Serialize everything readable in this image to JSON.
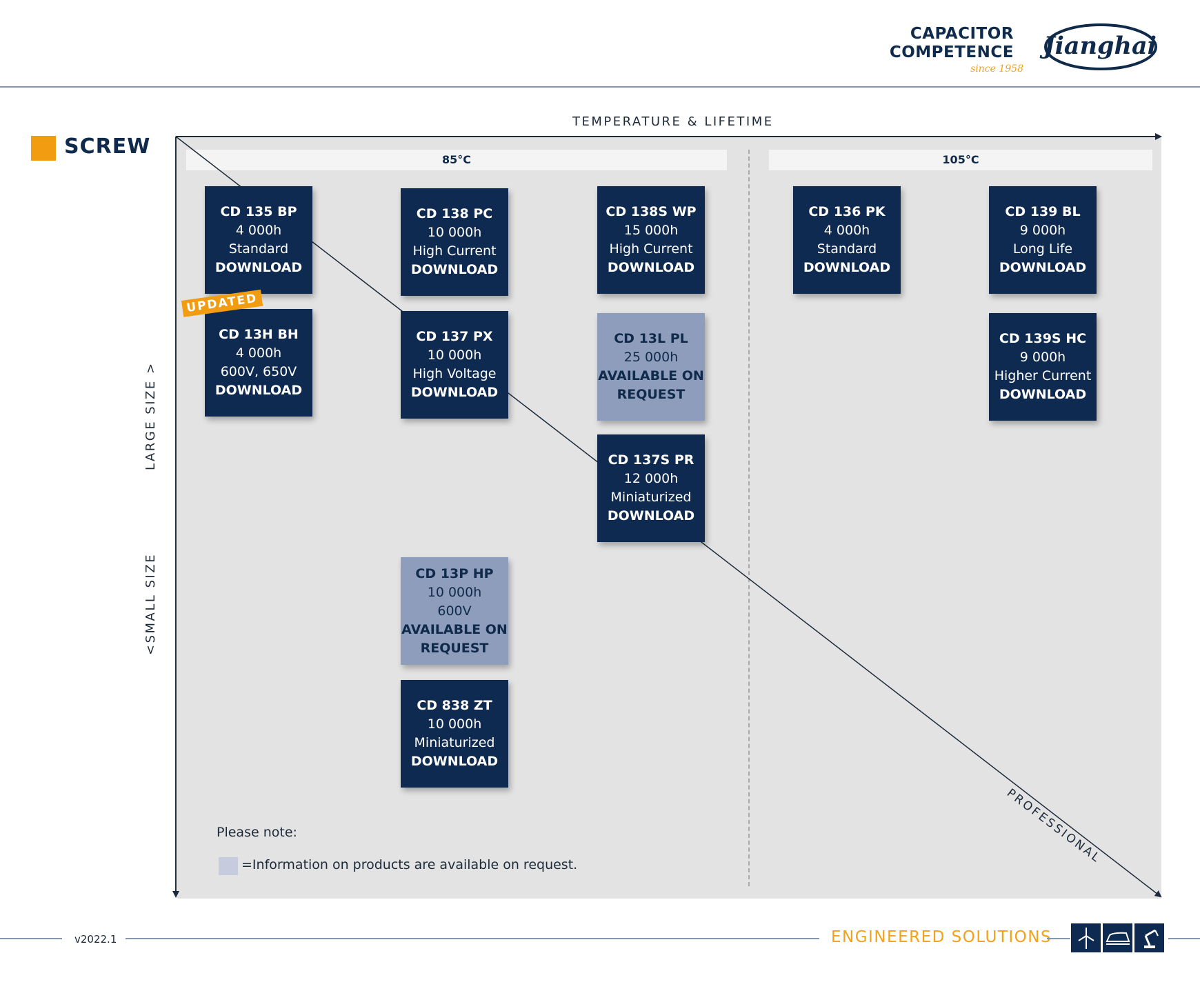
{
  "header": {
    "brand_line1": "CAPACITOR",
    "brand_line2": "COMPETENCE",
    "brand_since": "since 1958",
    "logo_word": "Jianghai"
  },
  "section": {
    "title": "SCREW"
  },
  "axes": {
    "x_title": "TEMPERATURE & LIFETIME",
    "y_large": "LARGE  SIZE >",
    "y_small": "<SMALL SIZE",
    "diagonal": "PROFESSIONAL"
  },
  "bands": {
    "t85": "85°C",
    "t105": "105°C"
  },
  "cards": {
    "cd135bp": {
      "name": "CD 135 BP",
      "lines": [
        "4 000h",
        "Standard"
      ],
      "action": "DOWNLOAD"
    },
    "cd13hbh": {
      "name": "CD 13H BH",
      "lines": [
        "4 000h",
        "600V, 650V"
      ],
      "action": "DOWNLOAD"
    },
    "cd138pc": {
      "name": "CD 138 PC",
      "lines": [
        "10 000h",
        "High Current"
      ],
      "action": "DOWNLOAD"
    },
    "cd137px": {
      "name": "CD 137 PX",
      "lines": [
        "10 000h",
        "High Voltage"
      ],
      "action": "DOWNLOAD"
    },
    "cd13php": {
      "name": "CD 13P HP",
      "lines": [
        "10 000h",
        "600V"
      ],
      "action1": "AVAILABLE ON",
      "action2": "REQUEST"
    },
    "cd838zt": {
      "name": "CD 838 ZT",
      "lines": [
        "10 000h",
        "Miniaturized"
      ],
      "action": "DOWNLOAD"
    },
    "cd138swp": {
      "name": "CD 138S WP",
      "lines": [
        "15 000h",
        "High Current"
      ],
      "action": "DOWNLOAD"
    },
    "cd13lpl": {
      "name": "CD 13L PL",
      "lines": [
        "25 000h"
      ],
      "action1": "AVAILABLE ON",
      "action2": "REQUEST"
    },
    "cd137spr": {
      "name": "CD 137S PR",
      "lines": [
        "12 000h",
        "Miniaturized"
      ],
      "action": "DOWNLOAD"
    },
    "cd136pk": {
      "name": "CD 136 PK",
      "lines": [
        "4 000h",
        "Standard"
      ],
      "action": "DOWNLOAD"
    },
    "cd139bl": {
      "name": "CD 139 BL",
      "lines": [
        "9 000h",
        "Long Life"
      ],
      "action": "DOWNLOAD"
    },
    "cd139shc": {
      "name": "CD 139S HC",
      "lines": [
        "9 000h",
        "Higher Current"
      ],
      "action": "DOWNLOAD"
    }
  },
  "badge": {
    "updated": "UPDATED"
  },
  "note": {
    "title": "Please note:",
    "text": "=Information on products are available on request."
  },
  "footer": {
    "version": "v2022.1",
    "tagline": "ENGINEERED SOLUTIONS",
    "icons": [
      "wind-turbine-icon",
      "train-icon",
      "robot-arm-icon"
    ]
  },
  "colors": {
    "navy": "#0f2a50",
    "request_gray": "#8f9dbc",
    "accent_orange": "#f29c11",
    "chart_bg": "#e3e3e3"
  }
}
